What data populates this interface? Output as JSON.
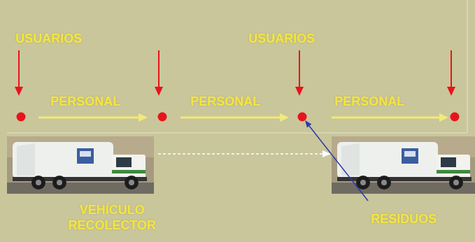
{
  "diagram": {
    "labels": [
      "USUARIOS",
      "USUARIOS",
      "PERSONAL",
      "PERSONAL",
      "PERSONAL",
      "VEHÍCULO RECOLECTOR",
      "RESIDUOS"
    ]
  }
}
